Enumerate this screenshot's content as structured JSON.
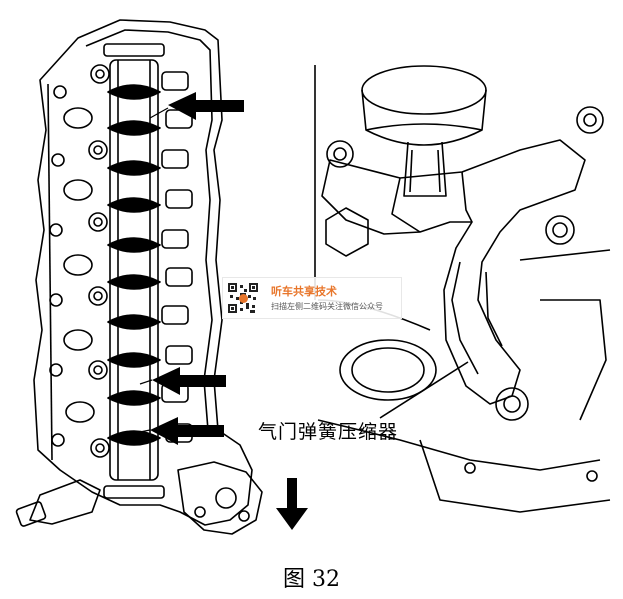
{
  "callout_label": "气门弹簧压缩器",
  "caption": "图 32",
  "watermark": {
    "title": "听车共享技术",
    "subtitle": "扫描左侧二维码关注微信公众号",
    "accent_color": "#e8762b"
  }
}
